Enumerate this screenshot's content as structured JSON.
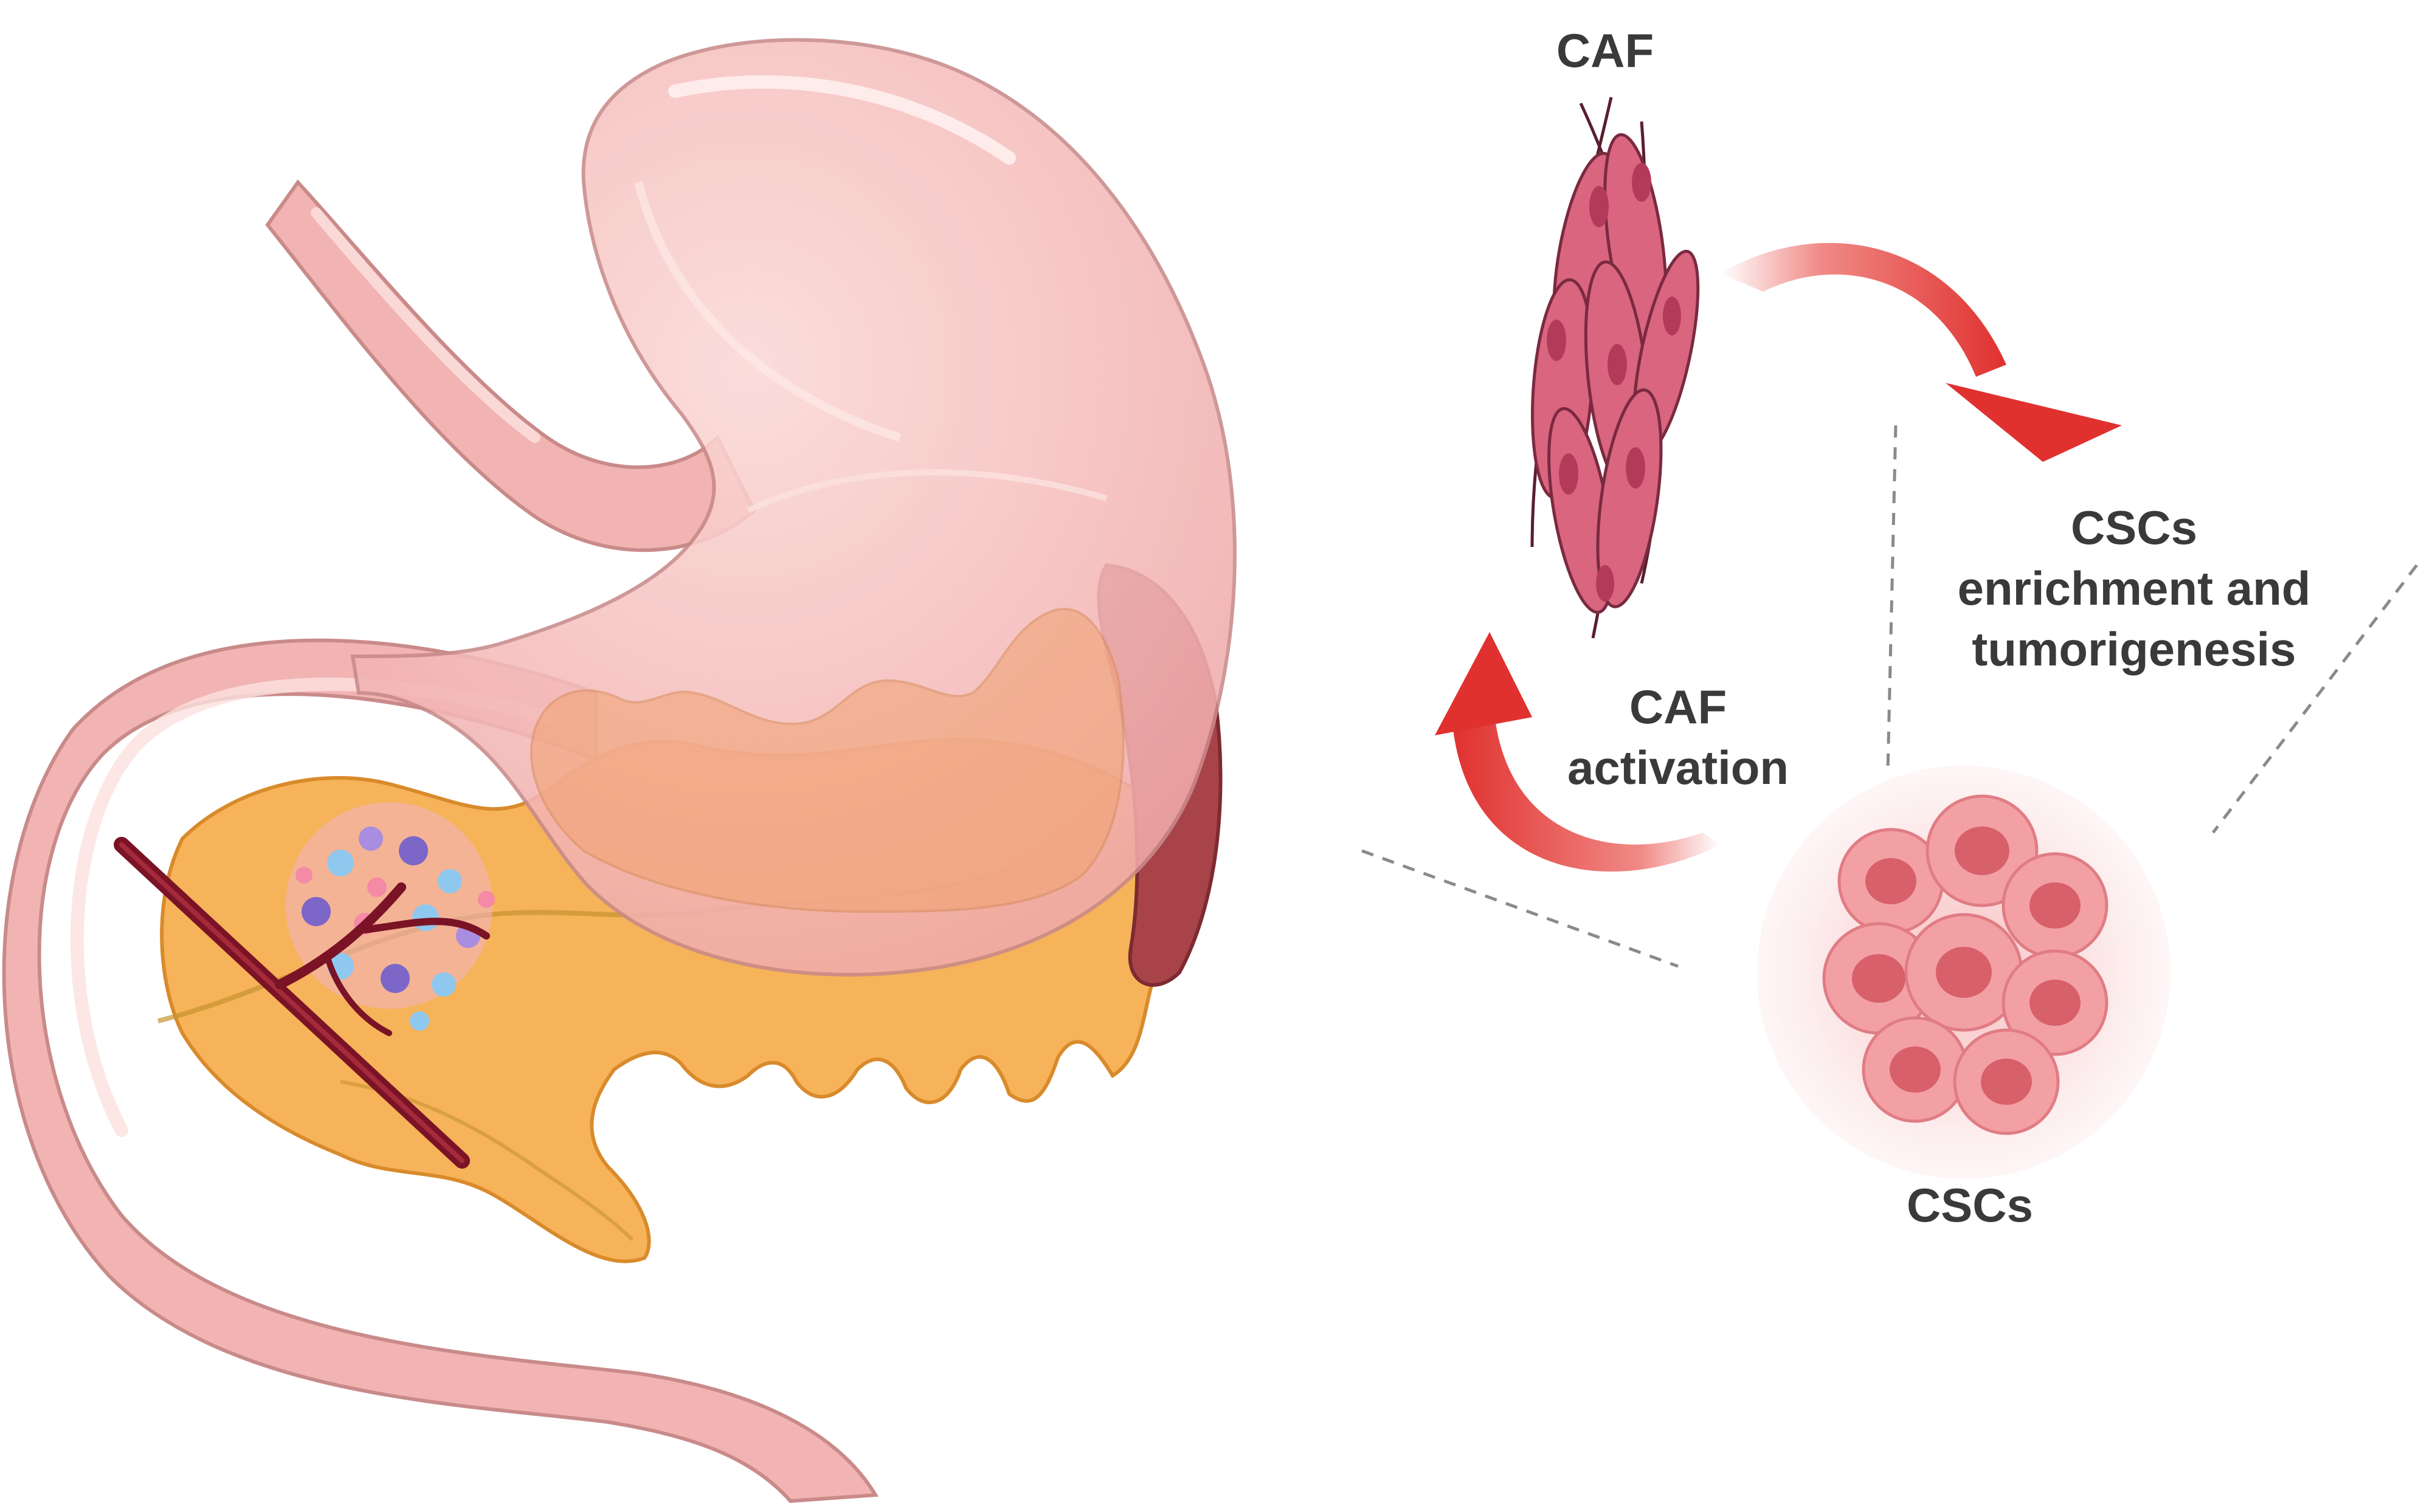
{
  "labels": {
    "caf": "CAF",
    "caf_activation_line1": "CAF",
    "caf_activation_line2": "activation",
    "cscs_enrichment_line1": "CSCs",
    "cscs_enrichment_line2": "enrichment and",
    "cscs_enrichment_line3": "tumorigenesis",
    "cscs": "CSCs"
  },
  "colors": {
    "stomach_fill": "#f4b6b6",
    "stomach_outline": "#c98a8a",
    "pancreas_fill": "#f6b35a",
    "pancreas_outline": "#d98a2a",
    "spleen": "#a8434a",
    "vessel": "#7a1325",
    "caf_cell": "#d9657f",
    "caf_nucleus": "#b43a5a",
    "csc_cell": "#f2a0a4",
    "csc_nucleus": "#d8606a",
    "arrow": "#e0312f",
    "label_text": "#3a3a3a",
    "dashed_line": "#8a8a8a"
  },
  "icons": [
    "stomach-organ",
    "pancreas-organ",
    "spleen-organ",
    "blood-vessel",
    "tumor-cluster",
    "fibroblast-cells",
    "stem-cell-cluster",
    "curved-arrow"
  ]
}
